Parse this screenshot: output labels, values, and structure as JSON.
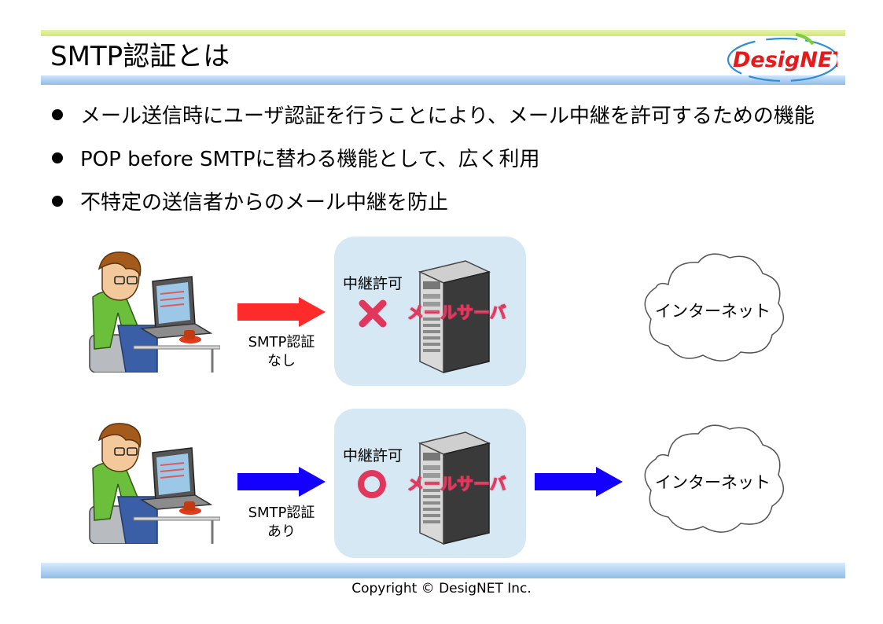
{
  "slide": {
    "title": "SMTP認証とは",
    "logo_text": "DesigNET",
    "colors": {
      "accent_green": "#cfe87a",
      "accent_blue": "#8fbde9",
      "deny_red": "#ff2a2a",
      "allow_blue": "#1400ff",
      "server_label": "#e2375d"
    }
  },
  "bullets": [
    "メール送信時にユーザ認証を行うことにより、メール中継を許可するための機能",
    "POP before SMTPに替わる機能として、広く利用",
    "不特定の送信者からのメール中継を防止"
  ],
  "diagram": {
    "rows": [
      {
        "smtp_label_line1": "SMTP認証",
        "smtp_label_line2": "なし",
        "arrow_color": "#ff2a2a",
        "relay_label": "中継許可",
        "relay_status_icon": "cross-icon",
        "server_label": "メールサーバ",
        "cloud_label": "インターネット"
      },
      {
        "smtp_label_line1": "SMTP認証",
        "smtp_label_line2": "あり",
        "arrow_color": "#1400ff",
        "relay_label": "中継許可",
        "relay_status_icon": "circle-ok-icon",
        "server_label": "メールサーバ",
        "cloud_label": "インターネット"
      }
    ]
  },
  "footer": {
    "copyright": "Copyright © DesigNET Inc."
  }
}
